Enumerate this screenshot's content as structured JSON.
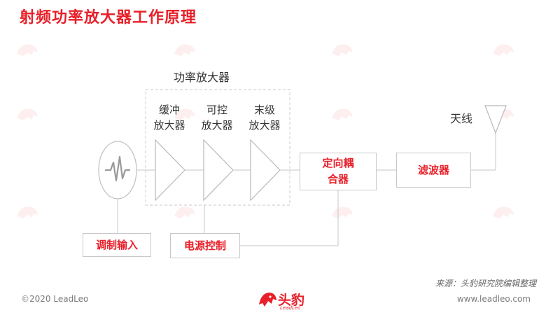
{
  "title": "射频功率放大器工作原理",
  "group_label": "功率放大器",
  "stages": [
    {
      "line1": "缓冲",
      "line2": "放大器"
    },
    {
      "line1": "可控",
      "line2": "放大器"
    },
    {
      "line1": "末级",
      "line2": "放大器"
    }
  ],
  "coupler": {
    "line1": "定向耦",
    "line2": "合器"
  },
  "filter": "滤波器",
  "antenna": "天线",
  "modulation_input": "调制输入",
  "power_control": "电源控制",
  "source": "来源：头豹研究院编辑整理",
  "copyright": "©2020 LeadLeo",
  "website": "www.leadleo.com",
  "logo": {
    "name": "头豹",
    "sub": "LeadLeo"
  },
  "colors": {
    "accent": "#e8202a",
    "line": "#c8c8c8",
    "text": "#333333"
  }
}
